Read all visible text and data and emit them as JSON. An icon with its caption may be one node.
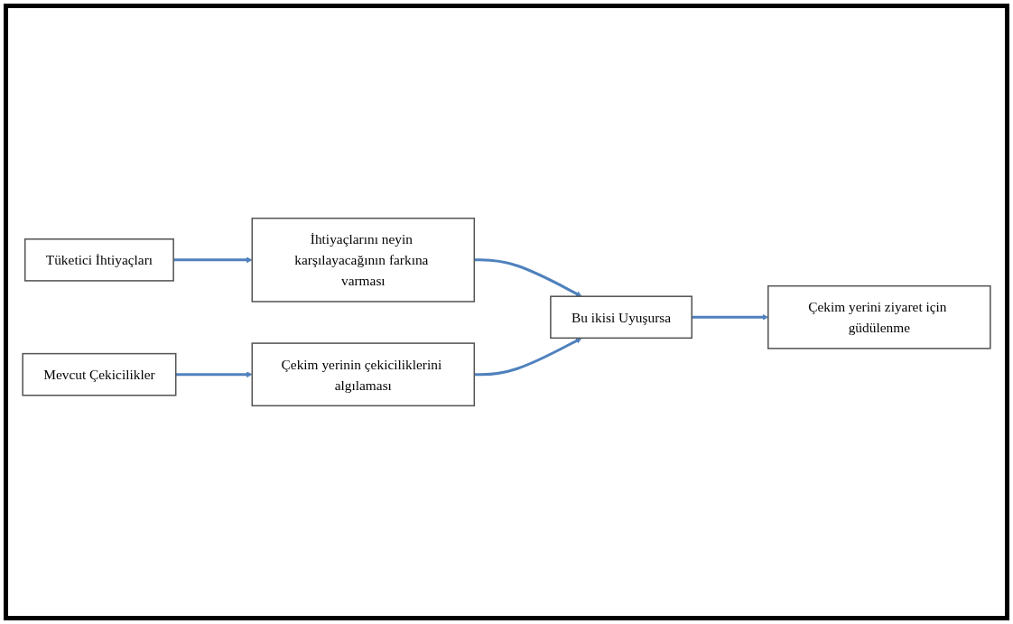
{
  "diagram": {
    "nodes": [
      {
        "text": [
          "Tüketici İhtiyaçları"
        ]
      },
      {
        "text": [
          "İhtiyaçlarını neyin karşılayacağının farkına varması"
        ]
      },
      {
        "text": [
          "Çekim yerinin çekiciliklerini algılaması"
        ]
      },
      {
        "text": [
          "Mevcut Çekicilikler"
        ]
      },
      {
        "text": [
          "Bu ikisi Uyuşursa"
        ]
      },
      {
        "text": [
          "Çekim yerini ziyaret için güdülenme"
        ]
      }
    ],
    "edges": [
      {
        "from": 0,
        "to": 1,
        "arrow": "to"
      },
      {
        "from": 1,
        "to": 4,
        "arrow": "to"
      },
      {
        "from": 2,
        "to": 4,
        "arrow": "to"
      },
      {
        "from": 3,
        "to": 2,
        "arrow": "to"
      },
      {
        "from": 4,
        "to": 5,
        "arrow": "to"
      }
    ]
  }
}
